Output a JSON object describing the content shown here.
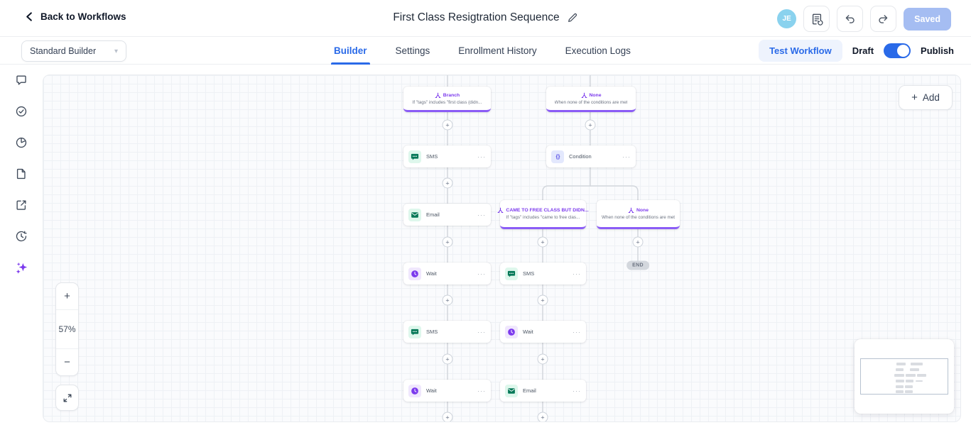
{
  "header": {
    "back_label": "Back to Workflows",
    "title": "First Class Resigtration Sequence",
    "avatar_initials": "JE",
    "saved_label": "Saved"
  },
  "toolbar": {
    "builder_select_value": "Standard Builder",
    "tabs": [
      {
        "label": "Builder"
      },
      {
        "label": "Settings"
      },
      {
        "label": "Enrollment History"
      },
      {
        "label": "Execution Logs"
      }
    ],
    "active_tab": "Builder",
    "test_workflow_label": "Test Workflow",
    "draft_label": "Draft",
    "publish_label": "Publish",
    "publish_toggle_on": true
  },
  "sidebar_icons": [
    "comments",
    "check-circle",
    "pie-chart",
    "document",
    "external-link",
    "history-clock",
    "ai-sparkles"
  ],
  "canvas": {
    "add_label": "Add",
    "zoom_in_label": "+",
    "zoom_out_label": "−",
    "zoom_level": "57%",
    "end_label": "END",
    "nodes": [
      {
        "type": "branch",
        "title": "Branch",
        "subtitle": "If \"tags\" includes \"first class (didn..."
      },
      {
        "type": "branch",
        "title": "None",
        "subtitle": "When none of the conditions are met"
      },
      {
        "type": "action",
        "kind": "sms",
        "label": "SMS"
      },
      {
        "type": "action",
        "kind": "condition",
        "label": "Condition"
      },
      {
        "type": "action",
        "kind": "email",
        "label": "Email"
      },
      {
        "type": "branch",
        "title": "CAME TO FREE CLASS BUT DIDN...",
        "subtitle": "If \"tags\" includes \"came to free clas..."
      },
      {
        "type": "branch",
        "title": "None",
        "subtitle": "When none of the conditions are met"
      },
      {
        "type": "action",
        "kind": "wait",
        "label": "Wait"
      },
      {
        "type": "action",
        "kind": "sms",
        "label": "SMS"
      },
      {
        "type": "action",
        "kind": "sms",
        "label": "SMS"
      },
      {
        "type": "action",
        "kind": "wait",
        "label": "Wait"
      },
      {
        "type": "action",
        "kind": "wait",
        "label": "Wait"
      },
      {
        "type": "action",
        "kind": "email",
        "label": "Email"
      }
    ],
    "colors": {
      "accent_blue": "#2a6ae8",
      "branch_purple": "#7c3aed",
      "action_green": "#047857",
      "saved_disabled_blue": "#a5bdf2"
    }
  }
}
